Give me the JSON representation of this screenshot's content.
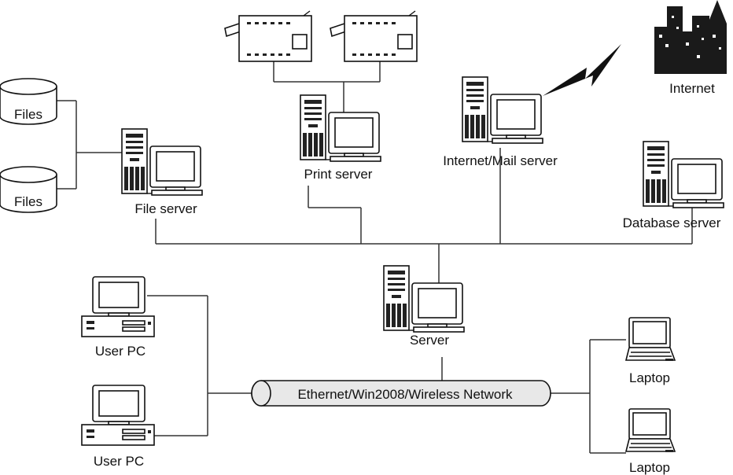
{
  "labels": {
    "files_1": "Files",
    "files_2": "Files",
    "file_server": "File server",
    "print_server": "Print server",
    "internet_mail_server": "Internet/Mail server",
    "internet": "Internet",
    "database_server": "Database server",
    "server": "Server",
    "user_pc_1": "User PC",
    "user_pc_2": "User PC",
    "laptop_1": "Laptop",
    "laptop_2": "Laptop",
    "network": "Ethernet/Win2008/Wireless Network"
  },
  "icons": {
    "storage": "database-cylinder-icon",
    "server": "tower-computer-icon",
    "desktop": "desktop-pc-icon",
    "laptop": "laptop-icon",
    "printer": "printer-icon",
    "internet": "city-skyline-icon",
    "link": "lightning-bolt-icon"
  },
  "colors": {
    "line": "#333333",
    "pipe": "#e8e8e8",
    "ink": "#111111",
    "skyline": "#1a1a1a"
  }
}
